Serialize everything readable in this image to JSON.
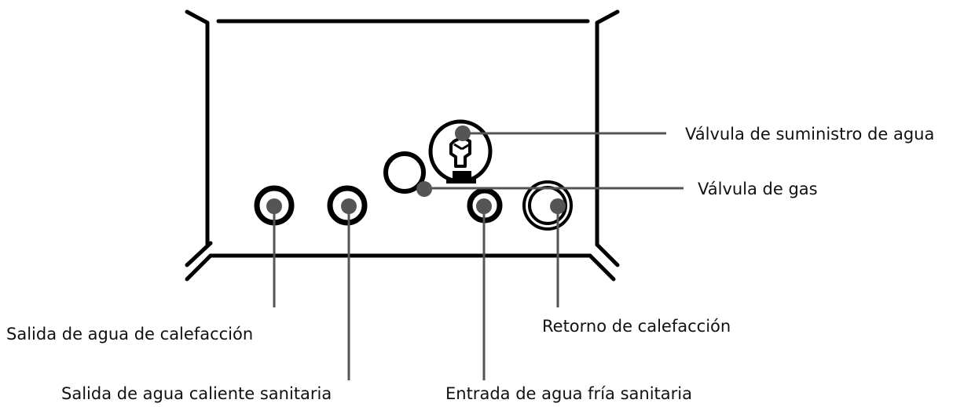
{
  "labels": {
    "valvula_agua": "Válvula de suministro de agua",
    "valvula_gas": "Válvula de gas",
    "salida_calefaccion": "Salida de agua de calefacción",
    "retorno_calefaccion": "Retorno de calefacción",
    "salida_acs": "Salida de agua caliente sanitaria",
    "entrada_afs": "Entrada de agua fría sanitaria"
  },
  "colors": {
    "outline": "#000000",
    "leader": "#555555",
    "text": "#111111",
    "background": "#ffffff"
  }
}
